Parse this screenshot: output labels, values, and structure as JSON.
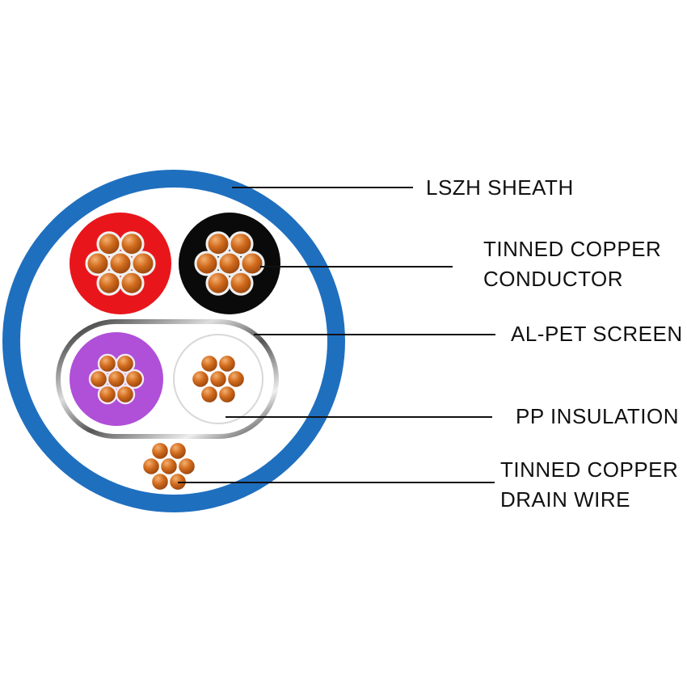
{
  "labels": {
    "sheath": "LSZH SHEATH",
    "conductor_line1": "TINNED COPPER",
    "conductor_line2": "CONDUCTOR",
    "screen": "AL-PET SCREEN",
    "insulation": "PP INSULATION",
    "drain_line1": "TINNED COPPER",
    "drain_line2": "DRAIN WIRE"
  },
  "colors": {
    "sheath": "#1f6fbf",
    "core_red": "#e8161b",
    "core_black": "#0a0a0a",
    "core_purple": "#b04fd8",
    "core_white": "#ffffff",
    "copper": "#c8621a",
    "screen": "#777777",
    "leader": "#111111"
  }
}
